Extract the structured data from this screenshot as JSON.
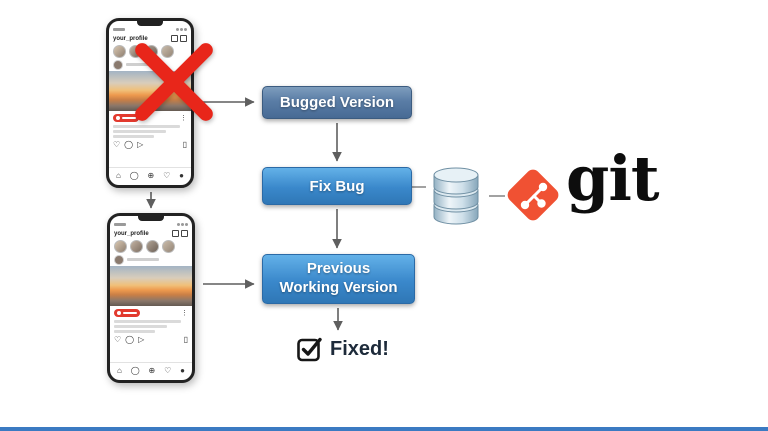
{
  "diagram": {
    "nodes": {
      "bugged": {
        "label": "Bugged Version"
      },
      "fix": {
        "label": "Fix Bug"
      },
      "previous": {
        "line1": "Previous",
        "line2": "Working Version"
      }
    },
    "result": {
      "label": "Fixed!"
    },
    "git": {
      "label": "git",
      "brand_color": "#f05133"
    }
  },
  "phone": {
    "username": "your_profile"
  },
  "colors": {
    "box_bugged_gradient_top": "#7e9dbd",
    "box_bugged_gradient_bottom": "#476a94",
    "box_blue_gradient_top": "#63b1e8",
    "box_blue_gradient_bottom": "#2f77b6",
    "arrow": "#5f5f5f",
    "x_mark": "#e8261a",
    "fixed_text": "#1d2a3a",
    "bottom_bar": "#3b7ac2"
  },
  "icons": {
    "x_mark": "x-mark-icon",
    "database": "database-icon",
    "git_logo": "git-logo-icon",
    "checkbox": "checkbox-checked-icon"
  }
}
